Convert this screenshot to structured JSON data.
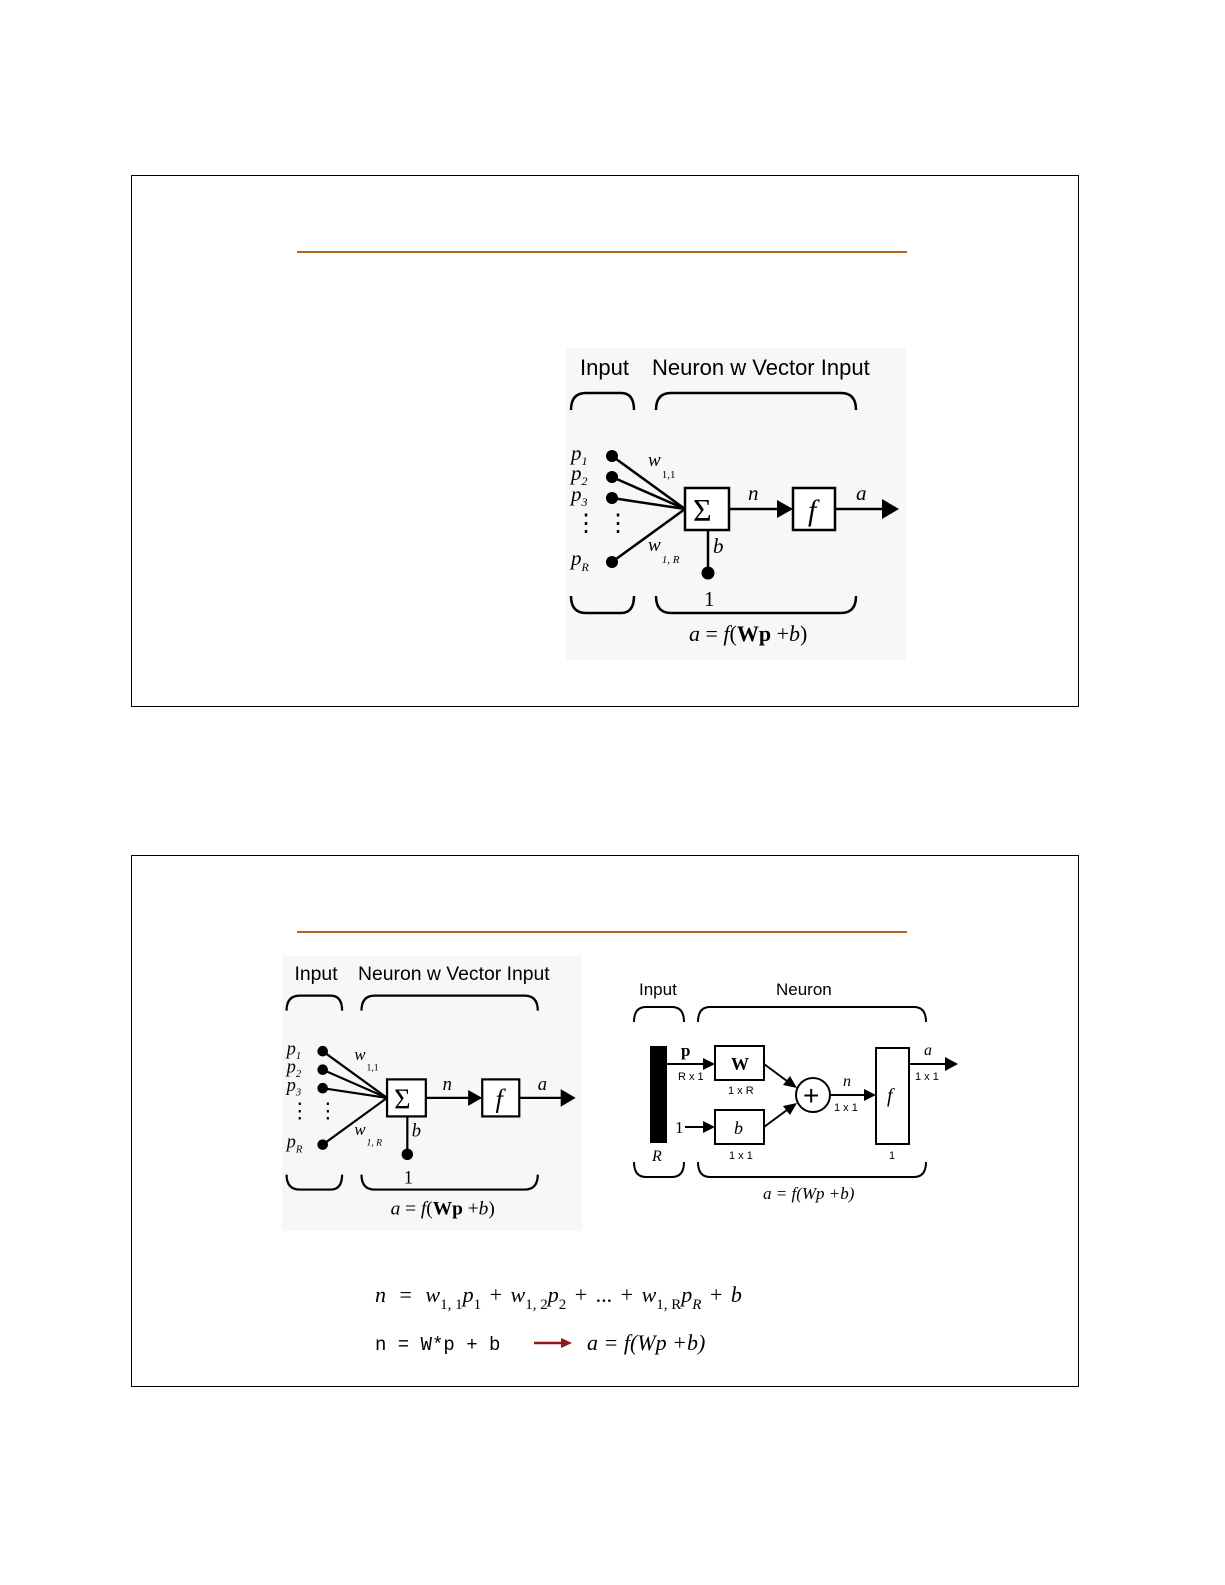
{
  "neuron": {
    "input_label": "Input",
    "neuron_label": "Neuron w Vector Input",
    "p_base": "p",
    "p_subs": [
      "1",
      "2",
      "3",
      "R"
    ],
    "dots": "⋮",
    "w_base": "w",
    "w_sub_top": "1,1",
    "w_sub_bottom": "1, R",
    "sum_symbol": "Σ",
    "n": "n",
    "f": "f",
    "a": "a",
    "b": "b",
    "one": "1",
    "eq_a": "a",
    "eq_eq": " = ",
    "eq_f": "f",
    "eq_paren_open": "(",
    "eq_Wp": "Wp",
    "eq_plus": " +",
    "eq_b": "b",
    "eq_paren_close": ")"
  },
  "matrix_neuron": {
    "input_label": "Input",
    "neuron_label": "Neuron",
    "p": "p",
    "p_dim": "R x 1",
    "W": "W",
    "W_dim": "1 x R",
    "one": "1",
    "b": "b",
    "b_dim": "1 x 1",
    "R": "R",
    "plus": "+",
    "n": "n",
    "n_dim": "1 x 1",
    "f": "f",
    "f_dim": "1",
    "a": "a",
    "a_dim": "1 x 1",
    "eq": "a = f(Wp +b)"
  },
  "formulas": {
    "line1": {
      "n": "n",
      "eq": "=",
      "w": "w",
      "sub1": "1, 1",
      "sub2": "1, 2",
      "subR": "1, R",
      "p": "p",
      "psub1": "1",
      "psub2": "2",
      "psubR": "R",
      "plus": "+",
      "ellipsis": "...",
      "b": "b"
    },
    "line2_code": "n = W*p + b",
    "line2_eq": "a = f(Wp +b)"
  },
  "colors": {
    "rule": "#b5651d",
    "arrow": "#8b1a1a"
  }
}
